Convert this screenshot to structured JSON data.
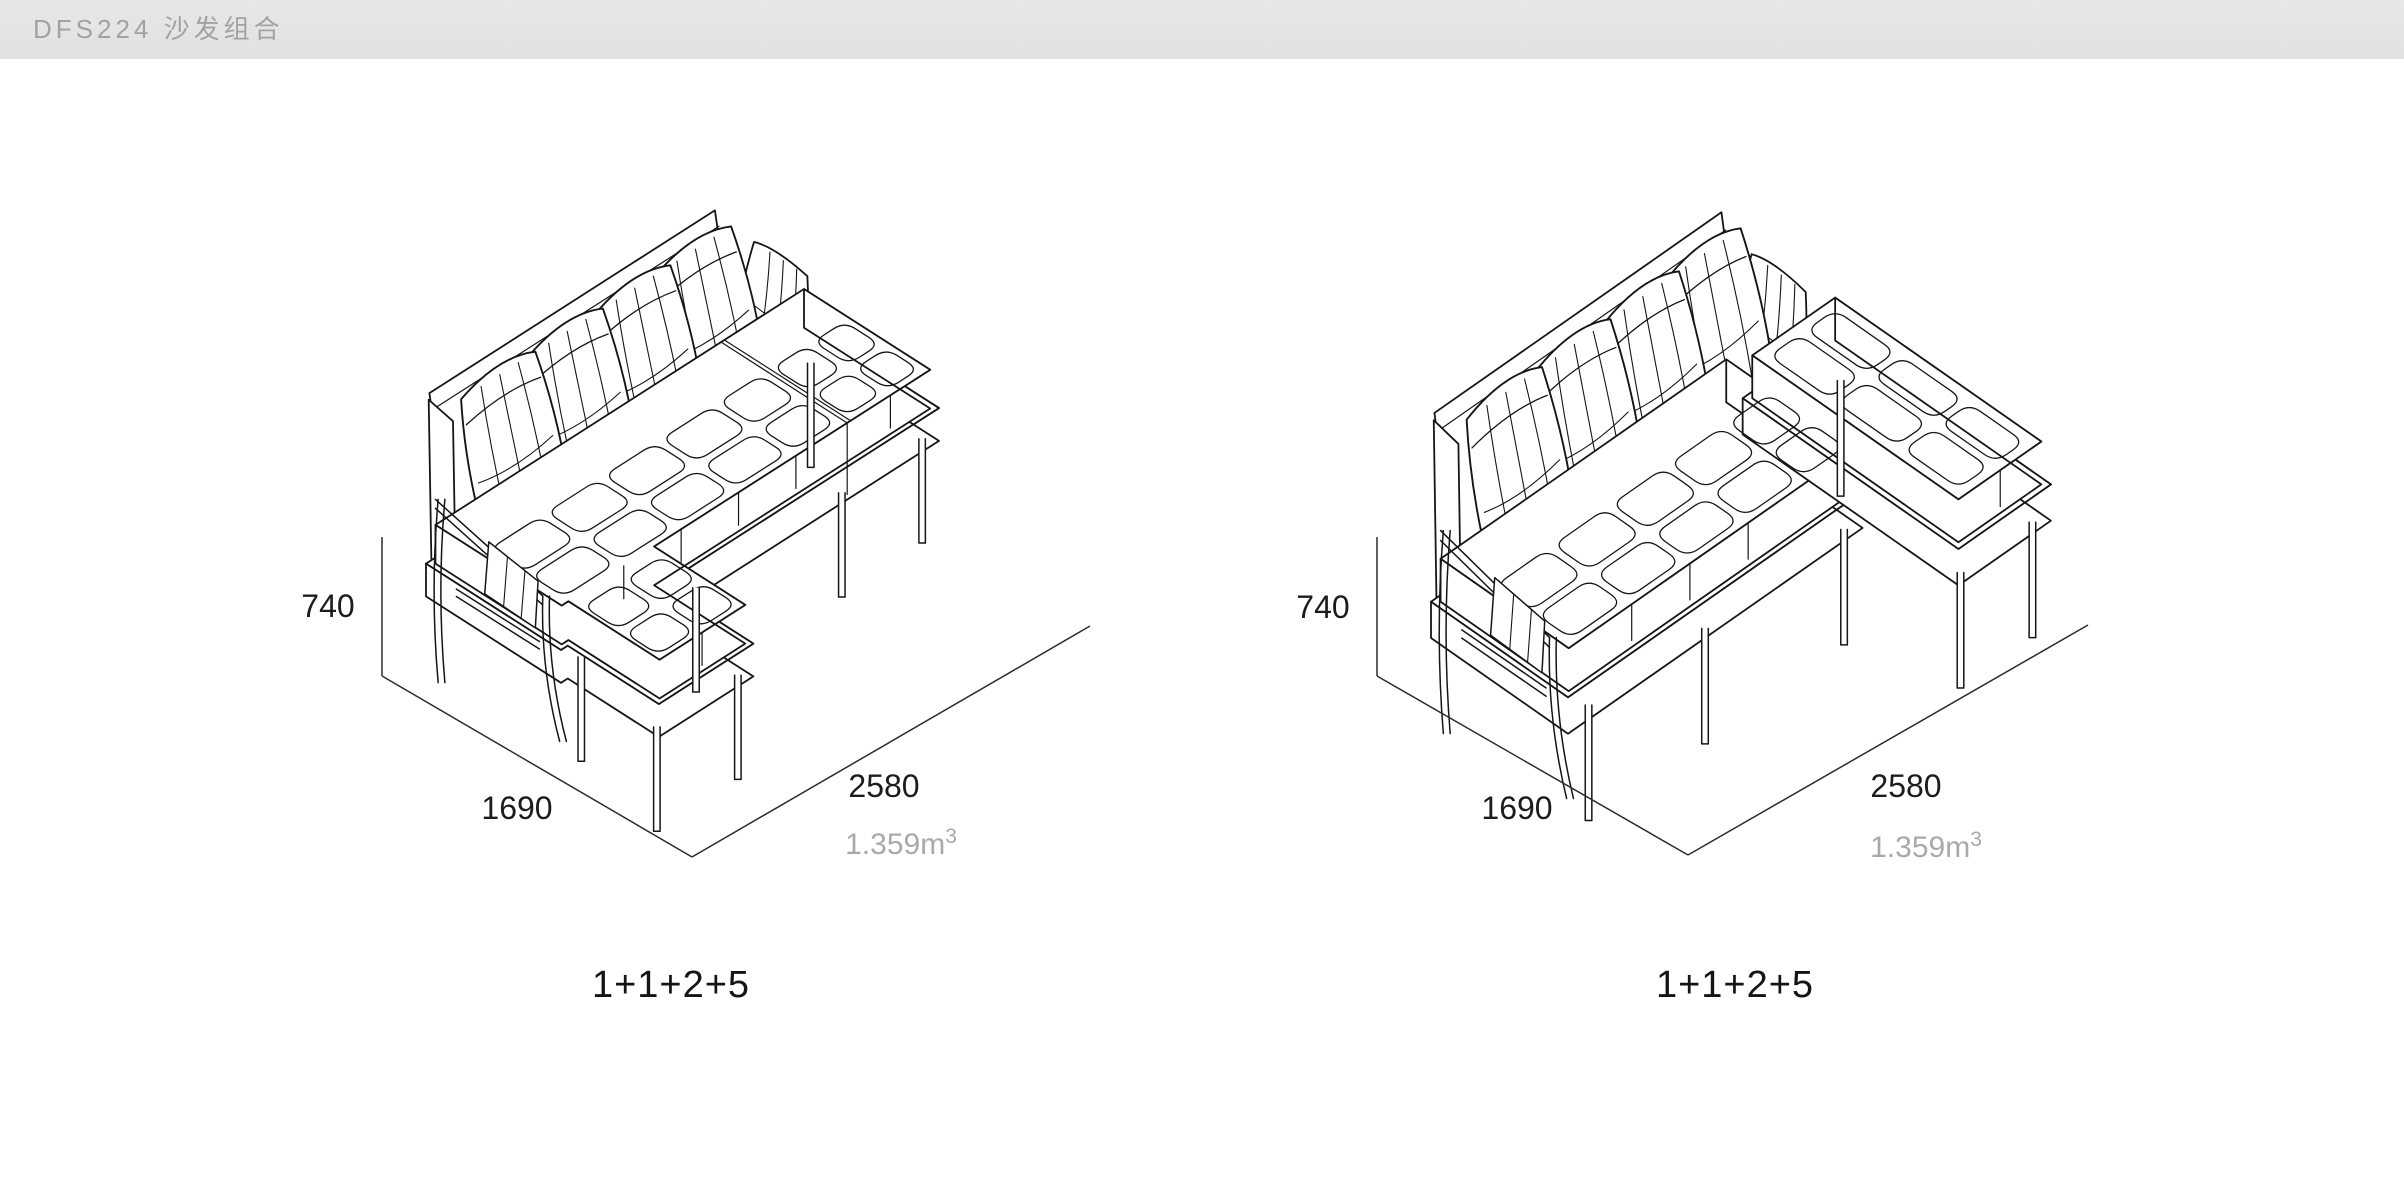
{
  "header": {
    "title": "DFS224 沙发组合"
  },
  "colors": {
    "header_bg": "#e5e4e3",
    "header_text": "#a2a2a2",
    "line_art": "#161616",
    "dimension_text": "#1c1c1c",
    "volume_text": "#a9a9a9"
  },
  "products": [
    {
      "name": "sofa-combination-left",
      "configuration": "1+1+2+5",
      "dimensions": {
        "height": "740",
        "depth": "1690",
        "width": "2580"
      },
      "volume": {
        "value": "1.359",
        "unit": "m",
        "exponent": "3"
      }
    },
    {
      "name": "sofa-combination-right",
      "configuration": "1+1+2+5",
      "dimensions": {
        "height": "740",
        "depth": "1690",
        "width": "2580"
      },
      "volume": {
        "value": "1.359",
        "unit": "m",
        "exponent": "3"
      }
    }
  ]
}
